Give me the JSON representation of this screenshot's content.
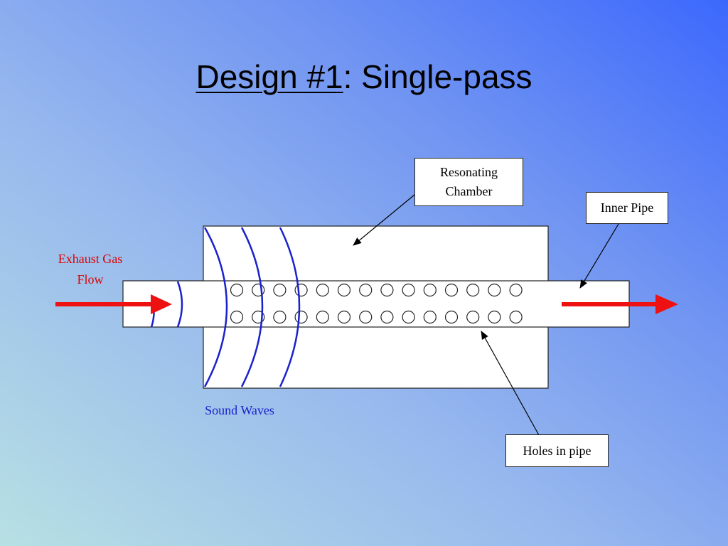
{
  "title": {
    "main": "Design #1",
    "rest": ": Single-pass"
  },
  "labels": {
    "resonating_chamber": "Resonating\nChamber",
    "inner_pipe": "Inner Pipe",
    "holes_in_pipe": "Holes in pipe",
    "exhaust_gas_flow": "Exhaust Gas\nFlow",
    "sound_waves": "Sound Waves"
  },
  "colors": {
    "flow_arrow": "#ee1111",
    "flow_label": "#dd0000",
    "sound_wave": "#1a22cc",
    "sound_label": "#1a22cc"
  },
  "holes": {
    "rows": 2,
    "per_row": 14
  }
}
